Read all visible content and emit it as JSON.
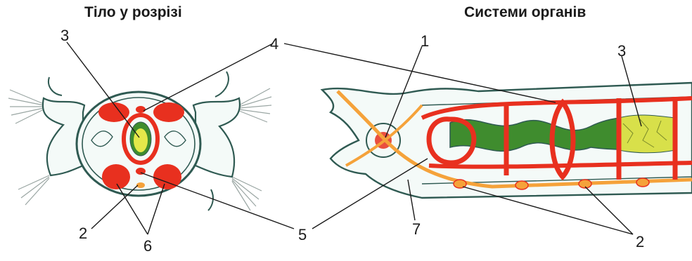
{
  "titles": {
    "left": "Тіло у розрізі",
    "right": "Системи органів"
  },
  "labels": {
    "n1": "1",
    "n2_left": "2",
    "n2_right": "2",
    "n3_left": "3",
    "n3_right": "3",
    "n4": "4",
    "n5": "5",
    "n6": "6",
    "n7": "7"
  },
  "colors": {
    "outline": "#2f5a52",
    "body_fill": "#f4faf8",
    "vessel_red": "#e8301f",
    "nerve_orange": "#f5a23a",
    "gut_green": "#3f8c2e",
    "gut_yellow": "#e4e84a",
    "bristles": "#9aa6a3"
  }
}
